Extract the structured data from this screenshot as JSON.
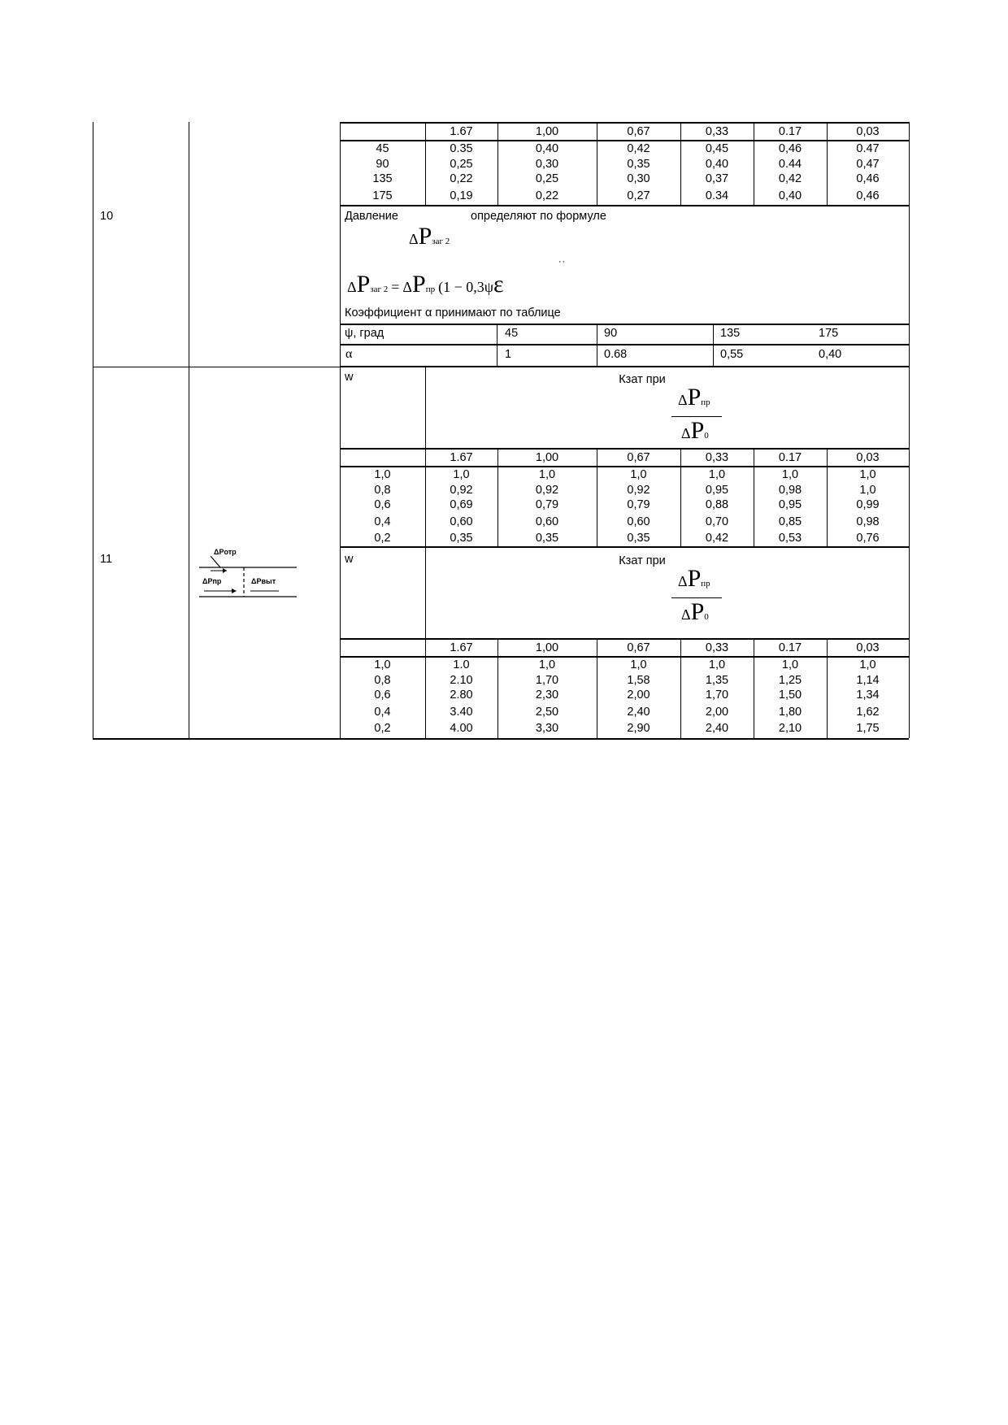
{
  "rows": {
    "row10": {
      "number": "10"
    },
    "row11": {
      "number": "11"
    }
  },
  "header_values": [
    "1.67",
    "1,00",
    "0,67",
    "0,33",
    "0.17",
    "0,03"
  ],
  "row10_table": {
    "angles": [
      "45",
      "90",
      "135",
      "175"
    ],
    "cols": [
      [
        "0.35",
        "0,25",
        "0,22",
        "0,19"
      ],
      [
        "0,40",
        "0,30",
        "0,25",
        "0,22"
      ],
      [
        "0,42",
        "0,35",
        "0,30",
        "0,27"
      ],
      [
        "0,45",
        "0,40",
        "0,37",
        "0.34"
      ],
      [
        "0,46",
        "0.44",
        "0,42",
        "0,40"
      ],
      [
        "0.47",
        "0,47",
        "0,46",
        "0,46"
      ]
    ]
  },
  "formula_block": {
    "text_pressure": "Давление",
    "text_formula": "определяют по формуле",
    "delta": "Δ",
    "p": "P",
    "sub_zag2": "заг 2",
    "sub_pr": "пр",
    "sub_zero": "0",
    "eq": "=",
    "expr": "(1 − 0,3ψ",
    "eps": "ε",
    "prime": "' '",
    "coef_text": "Коэффициент α принимают по таблице"
  },
  "alpha_table": {
    "psi_label": "ψ, град",
    "alpha_label": "α",
    "psi_values": [
      "45",
      "90",
      "135",
      "175"
    ],
    "alpha_values": [
      "1",
      "0.68",
      "0,55",
      "0,40"
    ]
  },
  "row11": {
    "w_label": "w",
    "kzat_label": "Кзат при",
    "table1": {
      "w_values": [
        "1,0",
        "0,8",
        "0,6",
        "0,4",
        "0,2"
      ],
      "cols": [
        [
          "1,0",
          "0,92",
          "0,69",
          "0,60",
          "0,35"
        ],
        [
          "1,0",
          "0,92",
          "0,79",
          "0,60",
          "0,35"
        ],
        [
          "1,0",
          "0,92",
          "0,79",
          "0,60",
          "0,35"
        ],
        [
          "1,0",
          "0,95",
          "0,88",
          "0,70",
          "0,42"
        ],
        [
          "1,0",
          "0,98",
          "0,95",
          "0,85",
          "0,53"
        ],
        [
          "1,0",
          "1,0",
          "0,99",
          "0,98",
          "0,76"
        ]
      ]
    },
    "table2": {
      "w_values": [
        "1,0",
        "0,8",
        "0,6",
        "0,4",
        "0,2"
      ],
      "cols": [
        [
          "1.0",
          "2.10",
          "2.80",
          "3.40",
          "4.00"
        ],
        [
          "1,0",
          "1,70",
          "2,30",
          "2,50",
          "3,30"
        ],
        [
          "1,0",
          "1,58",
          "2,00",
          "2,40",
          "2,90"
        ],
        [
          "1,0",
          "1,35",
          "1,70",
          "2,00",
          "2,40"
        ],
        [
          "1,0",
          "1,25",
          "1,50",
          "1,80",
          "2,10"
        ],
        [
          "1,0",
          "1,14",
          "1,34",
          "1,62",
          "1,75"
        ]
      ]
    },
    "diagram": {
      "label_otp": "ΔPотр",
      "label_pr": "ΔPпр",
      "label_out": "ΔPвыт"
    }
  }
}
